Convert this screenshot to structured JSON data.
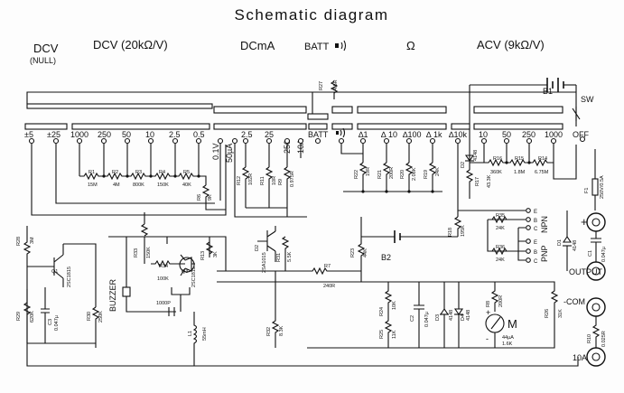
{
  "title": "Schematic diagram",
  "headers": {
    "dcv_null_1": "DCV",
    "dcv_null_2": "(NULL)",
    "dcv": "DCV (20kΩ/V)",
    "dcma": "DCmA",
    "batt": "BATT",
    "ohm": "Ω",
    "acv": "ACV (9kΩ/V)"
  },
  "ranges": {
    "null": [
      "±5",
      "±25"
    ],
    "dcv": [
      "1000",
      "250",
      "50",
      "10",
      "2.5",
      "0.5"
    ],
    "dcma": [
      "0.1V",
      "50µA",
      "2.5",
      "25",
      "250",
      "10A"
    ],
    "batt": "BATT",
    "ohm": [
      "∆1",
      "∆ 10",
      "∆100",
      "∆ 1k",
      "∆10k"
    ],
    "acv": [
      "10",
      "50",
      "250",
      "1000"
    ],
    "off": "OFF"
  },
  "components": {
    "R1": [
      "R1",
      "15M"
    ],
    "R2": [
      "R2",
      "4M"
    ],
    "R3": [
      "R3",
      "800K"
    ],
    "R4": [
      "R4",
      "150K"
    ],
    "R5": [
      "R5",
      "40K"
    ],
    "R6": [
      "R6",
      "9K"
    ],
    "R7": [
      "R7",
      "240R"
    ],
    "R8": [
      "R8",
      "200R"
    ],
    "R9": [
      "R9",
      "0.975R"
    ],
    "R10": [
      "R10",
      "0.025R"
    ],
    "R11": [
      "R11",
      "10R"
    ],
    "R12": [
      "R12",
      "102R"
    ],
    "R13": [
      "R13",
      "3K"
    ],
    "R14": [
      "R14",
      "6.75M"
    ],
    "R15": [
      "R15",
      "1.8M"
    ],
    "R16": [
      "R16",
      "360K"
    ],
    "R17": [
      "R17",
      "43.3K"
    ],
    "R18": [
      "R18",
      "195K"
    ],
    "R19": [
      "R19",
      "24K"
    ],
    "R20": [
      "R20",
      "2.08K"
    ],
    "R21": [
      "R21",
      "200R"
    ],
    "R22": [
      "R22",
      "19R"
    ],
    "R23": [
      "R23",
      "44K"
    ],
    "R24": [
      "R24",
      "10K"
    ],
    "R25": [
      "R25",
      "11K"
    ],
    "R26": [
      "R26",
      "31K"
    ],
    "R27": [
      "R27",
      "4.5R"
    ],
    "R28": [
      "R28",
      "3M"
    ],
    "R29": [
      "R29",
      "620K"
    ],
    "R30": [
      "R30",
      "250K"
    ],
    "R31": [
      "R31",
      "5.5K"
    ],
    "R32": [
      "R32",
      "8.3K"
    ],
    "R33": [
      "R33",
      "150K"
    ],
    "R34": [
      "R34",
      "100K"
    ],
    "R35": [
      "R35",
      "24K"
    ],
    "R36": [
      "R36",
      "24K"
    ],
    "C1": [
      "C1",
      "0.047µ"
    ],
    "C2": [
      "C2",
      "0.047µ"
    ],
    "C3": [
      "C3",
      "0.047µ"
    ],
    "Q1": [
      "Q1",
      "2SC1815"
    ],
    "Q2": [
      "D2",
      "2SA1015"
    ],
    "Q3": [
      "Q3",
      "2SC1815"
    ],
    "D1": [
      "D1",
      "4148"
    ],
    "D2": [
      "D2",
      "4148"
    ],
    "D3": [
      "D3",
      "4148"
    ],
    "D4": [
      "D4",
      "4148"
    ],
    "F1": [
      "F1",
      "250V/0.5A"
    ],
    "L1": [
      "L1",
      "55mH"
    ],
    "C_1000": "1000P",
    "B1": "B1",
    "B2": "B2",
    "SW": "SW",
    "buzzer": "BUZZER",
    "meter": [
      "M",
      "44µA",
      "1.6K"
    ],
    "npn": "NPN",
    "pnp": "PNP",
    "hfe_pins": [
      "E",
      "B",
      "C",
      "E",
      "B",
      "C"
    ]
  },
  "jacks": {
    "plus": "+",
    "output": "OUTPUT",
    "com": "-COM",
    "10a": "10A",
    "minus": "-",
    "plus_m": "+"
  }
}
